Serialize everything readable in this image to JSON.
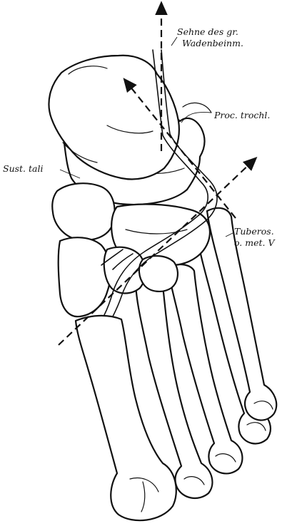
{
  "labels": {
    "tendon": {
      "line1": "Sehne des gr.",
      "line2": "Wadenbeinm."
    },
    "proc_trochl": "Proc. trochl.",
    "sust_tali": "Sust. tali",
    "tuberos": {
      "line1": "Tuberos.",
      "line2": "o. met. V"
    }
  }
}
